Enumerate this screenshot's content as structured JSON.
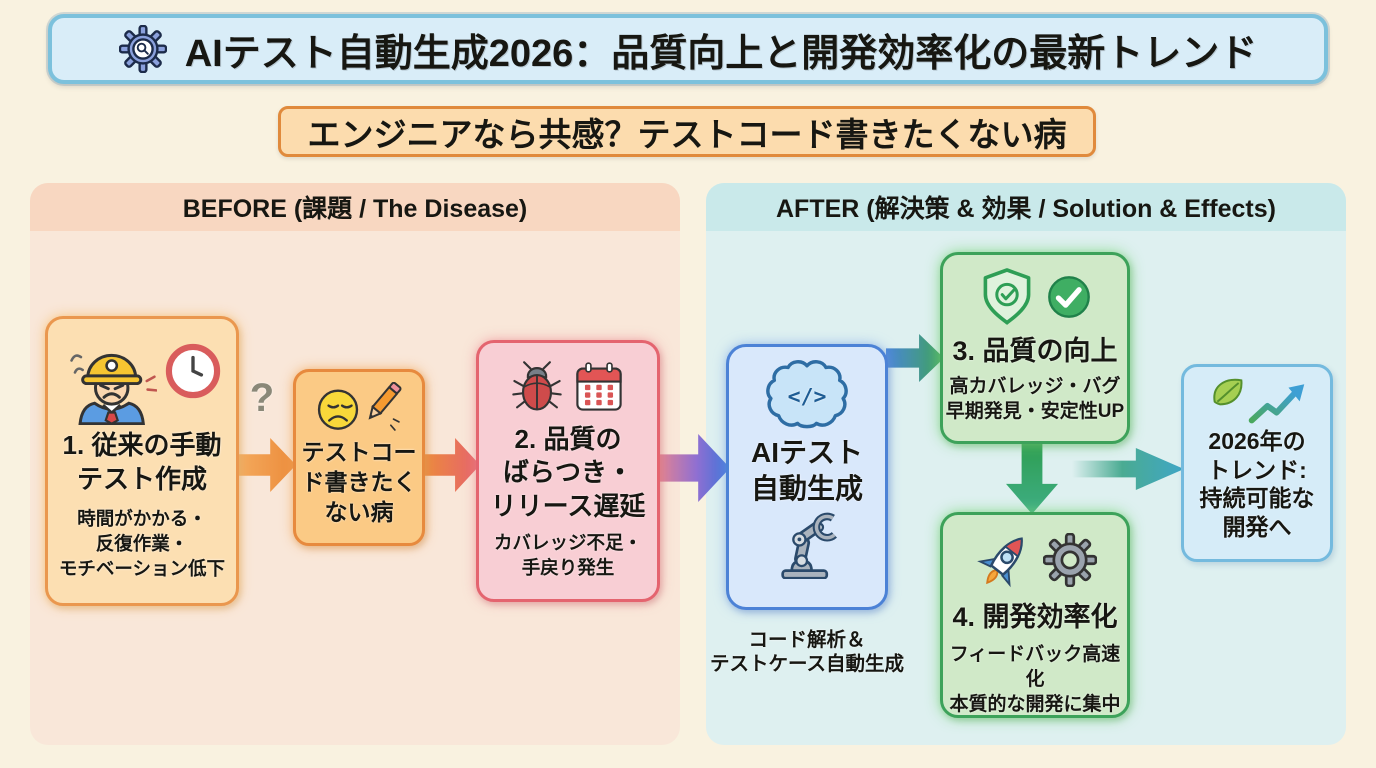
{
  "title_bar": {
    "icon": "gear-search-icon",
    "text": "AIテスト自動生成2026：品質向上と開発効率化の最新トレンド"
  },
  "subtitle_banner": {
    "text": "エンジニアなら共感？テストコード書きたくない病"
  },
  "before_panel": {
    "header": "BEFORE (課題 / The Disease)",
    "question_mark": "?",
    "manual_test": {
      "icons": [
        "frustrated-worker-icon",
        "clock-icon"
      ],
      "title": "1. 従来の手動\nテスト作成",
      "subtitle": "時間がかかる・\n反復作業・\nモチベーション低下"
    },
    "disease": {
      "icons": [
        "sad-face-icon",
        "pencil-icon"
      ],
      "title": "テストコー\nド書きたく\nない病"
    },
    "quality_issues": {
      "icons": [
        "bug-icon",
        "calendar-icon"
      ],
      "title": "2. 品質の\nばらつき・\nリリース遅延",
      "subtitle": "カバレッジ不足・\n手戻り発生"
    }
  },
  "after_panel": {
    "header": "AFTER (解決策 & 効果 / Solution & Effects)",
    "ai_test": {
      "icons": [
        "brain-code-icon",
        "robot-arm-icon"
      ],
      "title": "AIテスト\n自動生成",
      "brain_code": "</>",
      "caption": "コード解析＆\nテストケース自動生成"
    },
    "quality_up": {
      "icons": [
        "shield-check-icon",
        "check-circle-icon"
      ],
      "title": "3. 品質の向上",
      "subtitle": "高カバレッジ・バグ\n早期発見・安定性UP"
    },
    "dev_efficiency": {
      "icons": [
        "rocket-icon",
        "gear-icon"
      ],
      "title": "4. 開発効率化",
      "subtitle": "フィードバック高速化\n本質的な開発に集中"
    },
    "trend_2026": {
      "icons": [
        "leaf-icon",
        "trend-up-icon"
      ],
      "title": "2026年の\nトレンド:\n持続可能な\n開発へ"
    }
  },
  "colors": {
    "page_bg": "#f9f2e0",
    "title_fill": "#d9edf8",
    "title_border": "#7cc1dc",
    "subtitle_fill": "#fcdcae",
    "subtitle_border": "#e08a3c",
    "before_header_fill": "#f8d7c1",
    "before_body_fill": "#f9e7d9",
    "after_header_fill": "#c9e9ea",
    "after_body_fill": "#def0f0",
    "orange_node_fill": "#fcdfb2",
    "orange_node_border": "#ea974e",
    "disease_fill": "#fbca85",
    "disease_border": "#e78a3e",
    "pink_node_fill": "#f8ced4",
    "pink_node_border": "#e4646f",
    "blue_node_fill": "#d9e8fb",
    "blue_node_border": "#4c82d6",
    "green_node_fill": "#d0e9c8",
    "green_node_border": "#3da25a",
    "trend_node_fill": "#d6ecf8",
    "trend_node_border": "#74bade",
    "arrow_orange": "#ec8b3b",
    "arrow_red": "#e6636e",
    "arrow_purple": "#8f6fd2",
    "arrow_blue": "#3c75d9",
    "arrow_green": "#2e9e52",
    "arrow_teal": "#3fa6c6"
  }
}
